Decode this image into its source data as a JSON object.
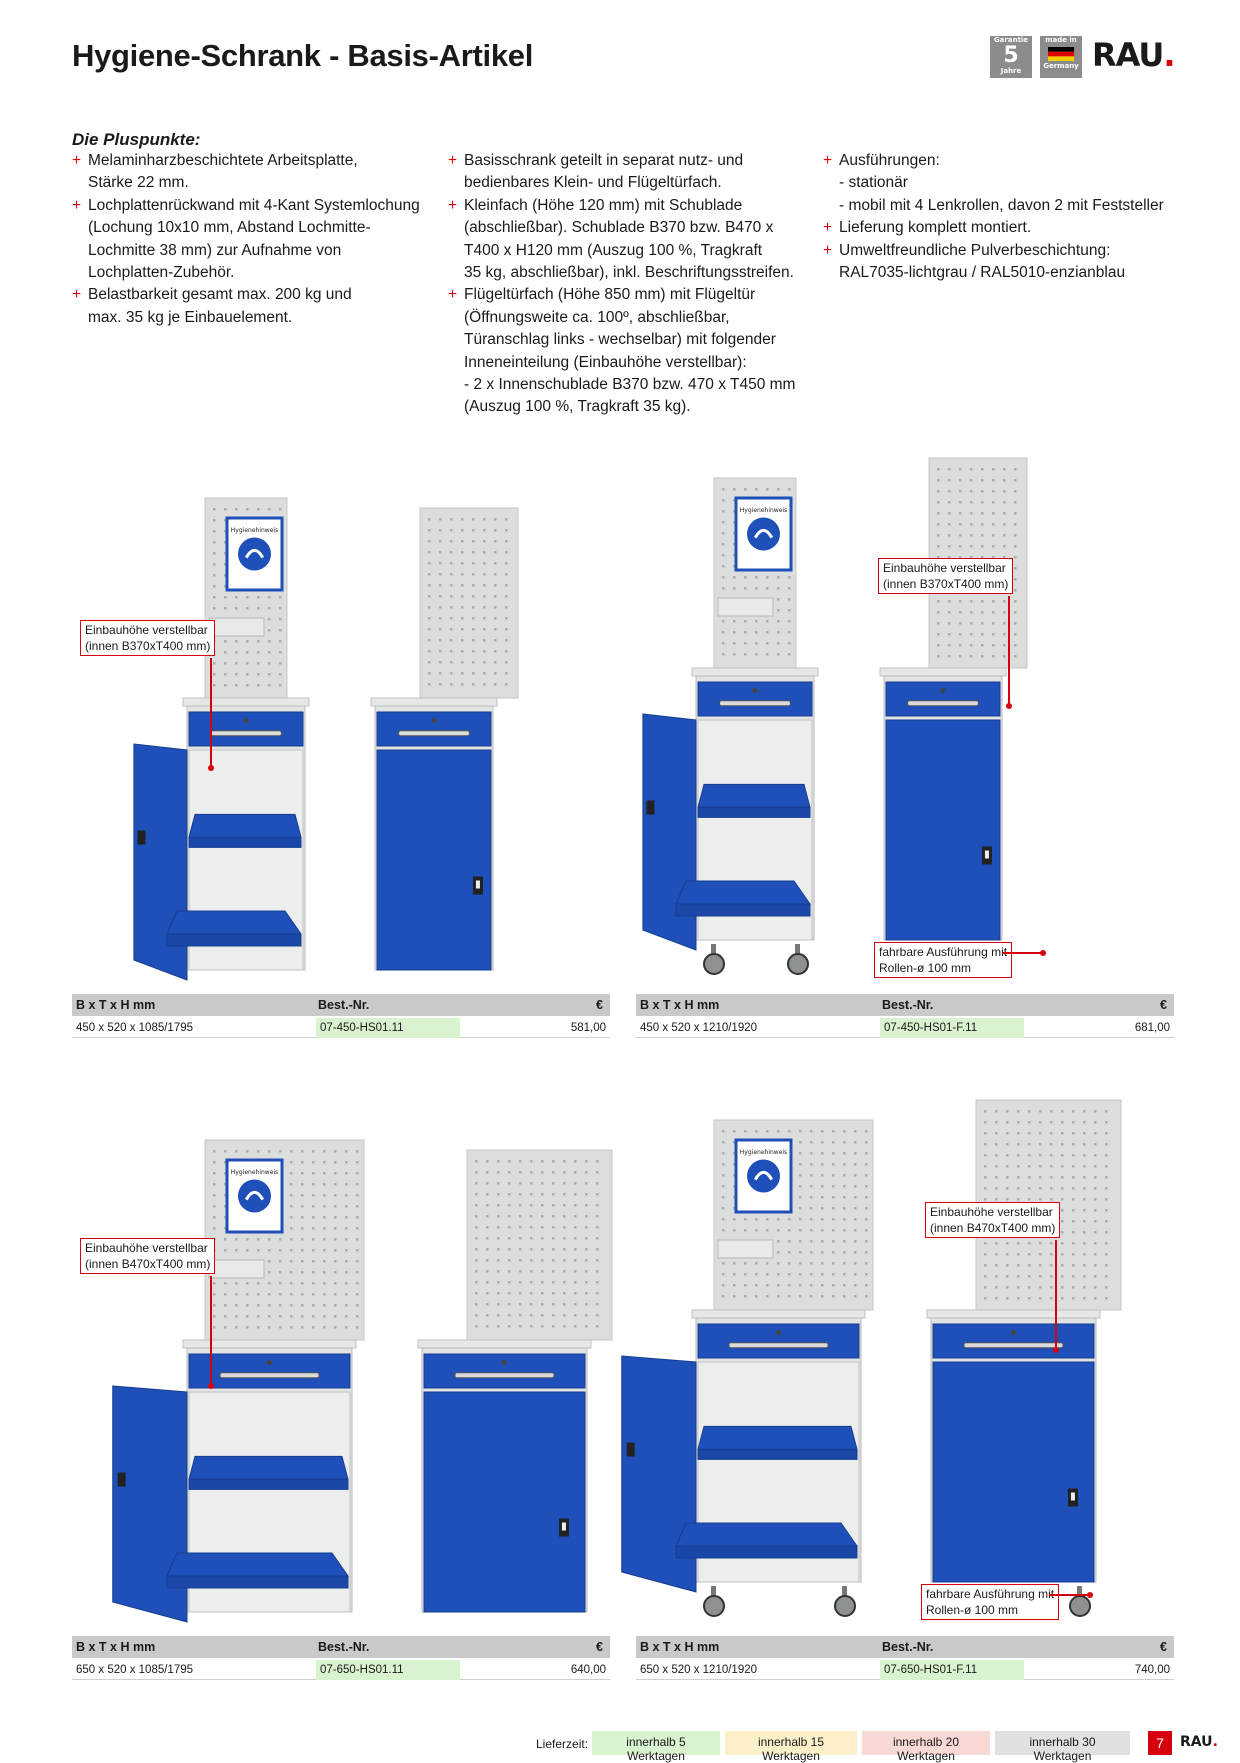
{
  "title": "Hygiene-Schrank - Basis-Artikel",
  "badges": {
    "guarantee_top": "Garantie",
    "guarantee_number": "5",
    "guarantee_bottom": "Jahre",
    "germany_top": "made in",
    "germany_bottom": "Germany",
    "brand_name": "RAU",
    "brand_dot": "."
  },
  "colors": {
    "accent_red": "#d7000f",
    "gentian_blue": "#1f4fb8",
    "light_grey": "#dcdedd",
    "header_grey": "#c9c9c9",
    "legend_green": "#d9f2cf",
    "legend_yellow": "#fbf0c9",
    "legend_pink": "#f9d9d5",
    "legend_grey": "#e1e1e1"
  },
  "pluspunkte": {
    "heading": "Die Pluspunkte:",
    "col1": [
      {
        "type": "item",
        "lines": [
          "Melaminharzbeschichtete Arbeitsplatte,",
          "Stärke 22 mm."
        ]
      },
      {
        "type": "item",
        "lines": [
          "Lochplattenrückwand mit 4-Kant Systemlochung",
          "(Lochung 10x10 mm, Abstand Lochmitte-",
          "Lochmitte 38 mm) zur Aufnahme von",
          "Lochplatten-Zubehör."
        ]
      },
      {
        "type": "item",
        "lines": [
          "Belastbarkeit gesamt max. 200 kg und",
          "max. 35 kg je Einbauelement."
        ]
      }
    ],
    "col2": [
      {
        "type": "item",
        "lines": [
          "Basisschrank geteilt in separat nutz- und",
          "bedienbares Klein- und Flügeltürfach."
        ]
      },
      {
        "type": "item",
        "lines": [
          "Kleinfach (Höhe 120 mm) mit Schublade",
          "(abschließbar). Schublade B370 bzw. B470 x",
          "T400 x H120 mm (Auszug 100 %, Tragkraft",
          "35 kg, abschließbar), inkl. Beschriftungsstreifen."
        ]
      },
      {
        "type": "item",
        "lines": [
          "Flügeltürfach (Höhe 850 mm) mit Flügeltür",
          "(Öffnungsweite ca. 100º, abschließbar,",
          "Türanschlag links - wechselbar) mit folgender",
          "Inneneinteilung (Einbauhöhe verstellbar):",
          "- 2 x Innenschublade B370 bzw. 470 x T450 mm",
          "(Auszug 100 %, Tragkraft 35 kg)."
        ]
      }
    ],
    "col3": [
      {
        "type": "item",
        "lines": [
          "Ausführungen:",
          "- stationär",
          "- mobil mit 4 Lenkrollen, davon 2 mit Feststeller"
        ]
      },
      {
        "type": "item",
        "lines": [
          "Lieferung komplett montiert."
        ]
      },
      {
        "type": "item",
        "lines": [
          "Umweltfreundliche Pulverbeschichtung:",
          "RAL7035-lichtgrau / RAL5010-enzianblau"
        ]
      }
    ]
  },
  "products": [
    {
      "callouts": [
        {
          "lines": [
            "Einbauhöhe verstellbar",
            "(innen B370xT400 mm)"
          ]
        }
      ],
      "header": {
        "dims": "B x T x H mm",
        "article": "Best.-Nr.",
        "currency": "€"
      },
      "row": {
        "dims": "450 x 520 x 1085/1795",
        "article": "07-450-HS01.11",
        "price": "581,00"
      },
      "sign_title": "Hygienehinweis",
      "mobile": false,
      "wide": false
    },
    {
      "callouts": [
        {
          "lines": [
            "Einbauhöhe verstellbar",
            "(innen B370xT400 mm)"
          ]
        },
        {
          "lines": [
            "fahrbare Ausführung mit",
            "Rollen-ø 100 mm"
          ]
        }
      ],
      "header": {
        "dims": "B x T x H mm",
        "article": "Best.-Nr.",
        "currency": "€"
      },
      "row": {
        "dims": "450 x 520 x 1210/1920",
        "article": "07-450-HS01-F.11",
        "price": "681,00"
      },
      "sign_title": "Hygienehinweis",
      "mobile": true,
      "wide": false
    },
    {
      "callouts": [
        {
          "lines": [
            "Einbauhöhe verstellbar",
            "(innen B470xT400 mm)"
          ]
        }
      ],
      "header": {
        "dims": "B x T x H mm",
        "article": "Best.-Nr.",
        "currency": "€"
      },
      "row": {
        "dims": "650 x 520 x 1085/1795",
        "article": "07-650-HS01.11",
        "price": "640,00"
      },
      "sign_title": "Hygienehinweis",
      "mobile": false,
      "wide": true
    },
    {
      "callouts": [
        {
          "lines": [
            "Einbauhöhe verstellbar",
            "(innen B470xT400 mm)"
          ]
        },
        {
          "lines": [
            "fahrbare Ausführung mit",
            "Rollen-ø 100 mm"
          ]
        }
      ],
      "header": {
        "dims": "B x T x H mm",
        "article": "Best.-Nr.",
        "currency": "€"
      },
      "row": {
        "dims": "650 x 520 x 1210/1920",
        "article": "07-650-HS01-F.11",
        "price": "740,00"
      },
      "sign_title": "Hygienehinweis",
      "mobile": true,
      "wide": true
    }
  ],
  "footer": {
    "delivery_label": "Lieferzeit:",
    "legend": [
      {
        "label": "innerhalb 5 Werktagen",
        "color": "#d9f2cf"
      },
      {
        "label": "innerhalb 15 Werktagen",
        "color": "#fbf0c9"
      },
      {
        "label": "innerhalb 20 Werktagen",
        "color": "#f9d9d5"
      },
      {
        "label": "innerhalb 30 Werktagen",
        "color": "#e1e1e1"
      }
    ],
    "page_number": "7",
    "brand_name": "RAU",
    "brand_dot": "."
  }
}
